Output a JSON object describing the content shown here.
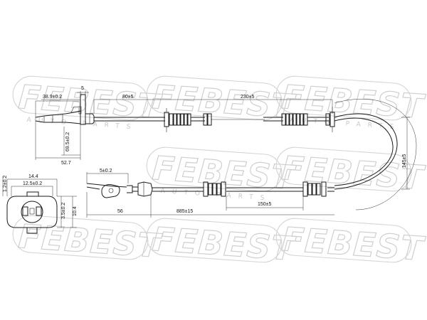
{
  "watermark": {
    "brand": "FEBEST",
    "sub": "AUTO PARTS"
  },
  "dimensions": {
    "d_38_9": "38.9±0.2",
    "d_5_top": "5",
    "d_80": "80±5",
    "d_230": "230±5",
    "d_69_5": "69.5±0.2",
    "d_52_7": "52.7",
    "d_145": "145±5",
    "d_14_4": "14.4",
    "d_12_5": "12.5±0.2",
    "d_1_2": "1.2±0.2",
    "d_5_conn": "5±0.2",
    "d_3_5": "3.5±0.2",
    "d_10_4": "10.4",
    "d_56": "56",
    "d_885": "885±15",
    "d_150": "150±5"
  },
  "colors": {
    "line": "#1a1a1a",
    "watermark": "#cfcfcf"
  }
}
